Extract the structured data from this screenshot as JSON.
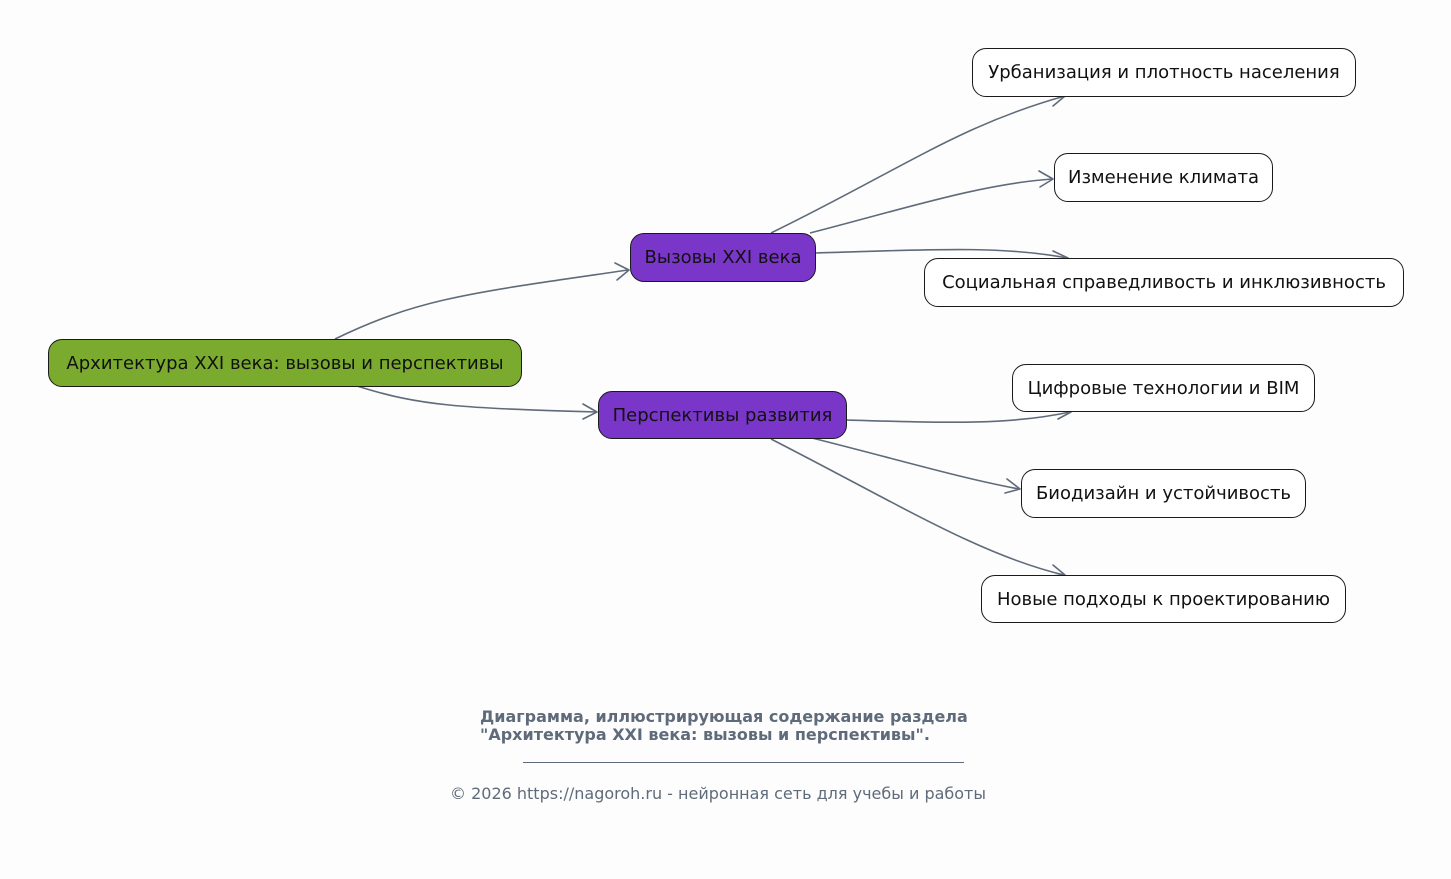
{
  "diagram": {
    "root": "Архитектура XXI века: вызовы и перспективы",
    "branches": [
      {
        "label": "Вызовы XXI века",
        "children": [
          "Урбанизация и плотность населения",
          "Изменение климата",
          "Социальная справедливость и инклюзивность"
        ]
      },
      {
        "label": "Перспективы развития",
        "children": [
          "Цифровые технологии и BIM",
          "Биодизайн и устойчивость",
          "Новые подходы к проектированию"
        ]
      }
    ],
    "colors": {
      "root": "#7aaa2e",
      "branch": "#7a35c9",
      "leaf": "#ffffff",
      "edge": "#5f6b7a"
    }
  },
  "caption": {
    "line1": "Диаграмма, иллюстрирующая содержание раздела",
    "line2": "\"Архитектура XXI века: вызовы и перспективы\"."
  },
  "footer": "© 2026 https://nagoroh.ru - нейронная сеть для учебы и работы"
}
